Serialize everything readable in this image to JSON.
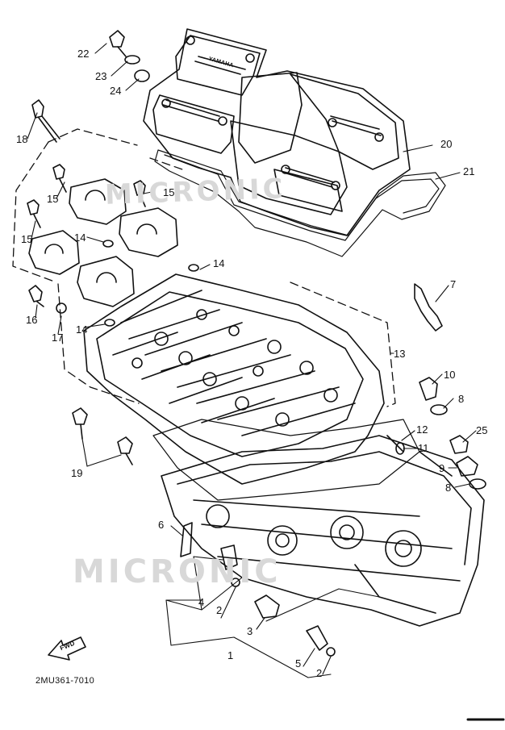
{
  "diagram": {
    "code": "2MU361-7010",
    "watermark": "MICRONIC",
    "fwd_arrow": "FWD",
    "logo_text": "YAMAHA",
    "part_labels": [
      "22",
      "23",
      "24",
      "18",
      "20",
      "21",
      "15",
      "15",
      "15",
      "14",
      "14",
      "16",
      "17",
      "14",
      "7",
      "13",
      "10",
      "8",
      "12",
      "11",
      "25",
      "9",
      "8",
      "19",
      "6",
      "4",
      "2",
      "3",
      "1",
      "5",
      "2"
    ]
  }
}
